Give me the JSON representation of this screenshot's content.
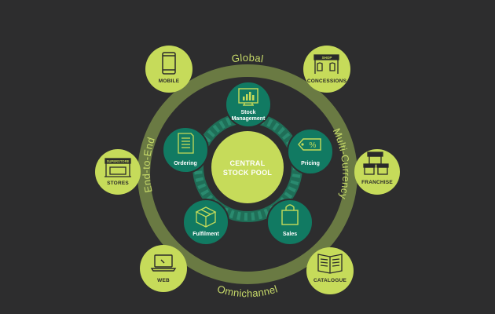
{
  "ring_labels": {
    "top": "Global",
    "right": "Multi-Currency",
    "bottom": "Omnichannel",
    "left": "End-to-End"
  },
  "center": {
    "line1": "CENTRAL",
    "line2": "STOCK POOL"
  },
  "inner_nodes": {
    "stock_management": {
      "line1": "Stock",
      "line2": "Management",
      "icon": "monitor-chart-icon"
    },
    "pricing": {
      "label": "Pricing",
      "icon": "price-tag-icon"
    },
    "sales": {
      "label": "Sales",
      "icon": "shopping-bag-icon"
    },
    "fulfilment": {
      "label": "Fulfilment",
      "icon": "boxes-icon"
    },
    "ordering": {
      "label": "Ordering",
      "icon": "document-list-icon"
    }
  },
  "outer_nodes": {
    "mobile": {
      "label": "MOBILE",
      "icon": "smartphone-icon"
    },
    "concessions": {
      "label": "CONCESSIONS",
      "icon": "shop-icon",
      "sign": "SHOP"
    },
    "franchise": {
      "label": "FRANCHISE",
      "icon": "franchise-stores-icon"
    },
    "catalogue": {
      "label": "CATALOGUE",
      "icon": "open-book-icon"
    },
    "web": {
      "label": "WEB",
      "icon": "laptop-icon"
    },
    "stores": {
      "label": "STORES",
      "icon": "superstore-icon",
      "sign": "SUPERSTORE"
    }
  },
  "colors": {
    "background": "#2d2d2e",
    "ring": "#6a7a43",
    "outer_node": "#c6db5a",
    "inner_node": "#117a62",
    "center": "#c6db5a",
    "link_ring": "#1f6e57",
    "ring_text": "#c9dc6a"
  }
}
